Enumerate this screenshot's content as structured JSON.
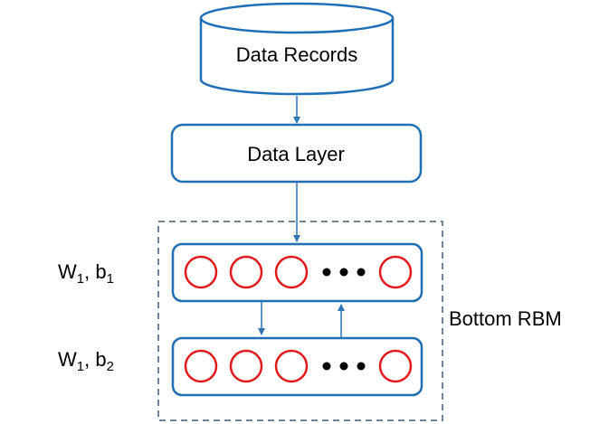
{
  "nodes": {
    "data_records": "Data Records",
    "data_layer": "Data Layer"
  },
  "rbm": {
    "group_label": "Bottom RBM",
    "top_layer": {
      "label_w": "W",
      "label_w_sub": "1",
      "label_sep": ", b",
      "label_b_sub": "1",
      "units_before_ellipsis": 3,
      "units_after_ellipsis": 1
    },
    "bottom_layer": {
      "label_w": "W",
      "label_w_sub": "1",
      "label_sep": ", b",
      "label_b_sub": "2",
      "units_before_ellipsis": 3,
      "units_after_ellipsis": 1
    }
  },
  "colors": {
    "node_border": "#1f6fb5",
    "arrow": "#2e75b6",
    "unit_border": "#e31a1c",
    "dashed_border": "#3d5a73",
    "dots": "#000000"
  }
}
